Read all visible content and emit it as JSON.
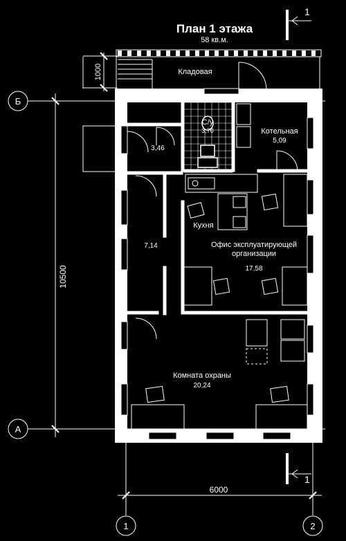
{
  "title": "План 1 этажа",
  "area_total": "58 кв.м.",
  "axes": {
    "b": "Б",
    "a": "А",
    "one": "1",
    "two": "2"
  },
  "section_marks": {
    "top": "1",
    "bottom": "1"
  },
  "dims": {
    "width": "6000",
    "height": "10500",
    "porch": "1000"
  },
  "rooms": {
    "storage": "Кладовая",
    "boiler": {
      "name": "Котельная",
      "area": "5,09"
    },
    "wc": {
      "area": "3,46"
    },
    "bath": {
      "name": "С/у",
      "area": "3,70"
    },
    "kitchen": "Кухня",
    "corridor": {
      "area": "7,14"
    },
    "office": {
      "name1": "Офис эксплуатирующей",
      "name2": "организации",
      "area": "17,58"
    },
    "guard": {
      "name": "Комната охраны",
      "area": "20,24"
    }
  },
  "colors": {
    "line": "#ffffff",
    "wall": "#ffffff",
    "background": "#000000"
  }
}
